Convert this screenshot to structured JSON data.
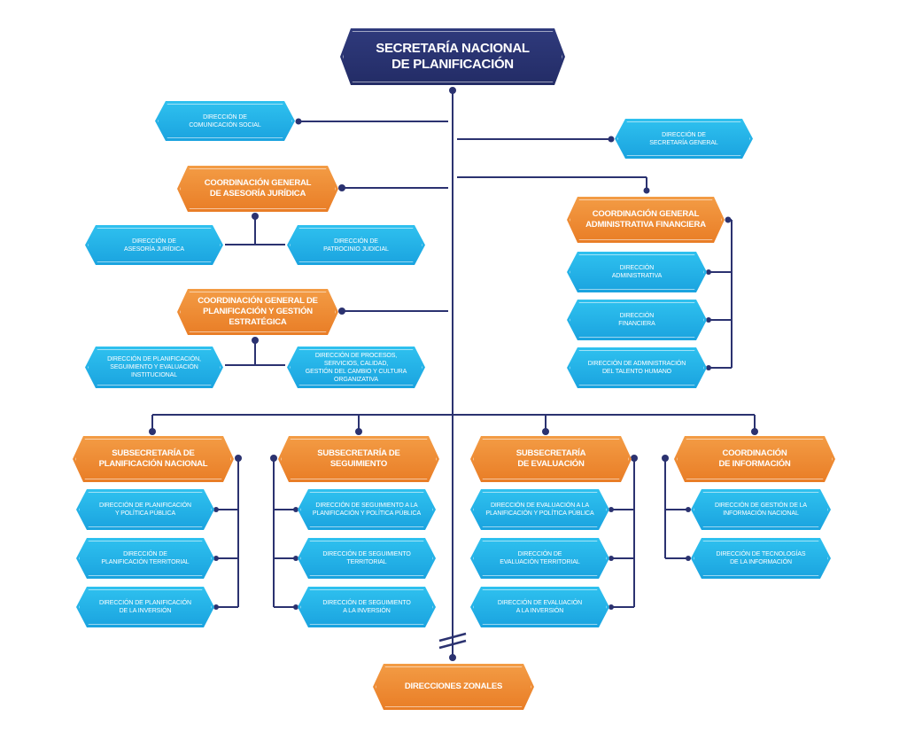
{
  "colors": {
    "navy": "#262f6e",
    "orange": "#ec8430",
    "blue": "#23b1e8",
    "line": "#2b3270"
  },
  "top": "SECRETARÍA NACIONAL\nDE PLANIFICACIÓN",
  "comunicacion": "DIRECCIÓN DE\nCOMUNICACIÓN SOCIAL",
  "secretaria_general": "DIRECCIÓN DE\nSECRETARÍA GENERAL",
  "asesoria": {
    "title": "COORDINACIÓN GENERAL\nDE ASESORÍA JURÍDICA",
    "items": [
      "DIRECCIÓN DE\nASESORÍA JURÍDICA",
      "DIRECCIÓN DE\nPATROCINIO JUDICIAL"
    ]
  },
  "planificacion_gestion": {
    "title": "COORDINACIÓN GENERAL DE\nPLANIFICACIÓN Y GESTIÓN ESTRATÉGICA",
    "items": [
      "DIRECCIÓN DE PLANIFICACIÓN,\nSEGUIMIENTO Y EVALUACIÓN INSTITUCIONAL",
      "DIRECCIÓN DE PROCESOS, SERVICIOS, CALIDAD,\nGESTIÓN DEL CAMBIO Y CULTURA ORGANIZATIVA"
    ]
  },
  "administrativa": {
    "title": "COORDINACIÓN GENERAL\nADMINISTRATIVA FINANCIERA",
    "items": [
      "DIRECCIÓN\nADMINISTRATIVA",
      "DIRECCIÓN\nFINANCIERA",
      "DIRECCIÓN DE ADMINISTRACIÓN\nDEL TALENTO HUMANO"
    ]
  },
  "sub_planificacion": {
    "title": "SUBSECRETARÍA DE\nPLANIFICACIÓN NACIONAL",
    "items": [
      "DIRECCIÓN DE PLANIFICACIÓN\nY POLÍTICA PÚBLICA",
      "DIRECCIÓN DE\nPLANIFICACIÓN TERRITORIAL",
      "DIRECCIÓN DE PLANIFICACIÓN\nDE LA INVERSIÓN"
    ]
  },
  "sub_seguimiento": {
    "title": "SUBSECRETARÍA DE\nSEGUIMIENTO",
    "items": [
      "DIRECCIÓN DE SEGUIMIENTO A LA\nPLANIFICACIÓN Y POLÍTICA PÚBLICA",
      "DIRECCIÓN DE SEGUIMIENTO\nTERRITORIAL",
      "DIRECCIÓN DE SEGUIMIENTO\nA LA INVERSIÓN"
    ]
  },
  "sub_evaluacion": {
    "title": "SUBSECRETARÍA\nDE EVALUACIÓN",
    "items": [
      "DIRECCIÓN DE EVALUACIÓN A LA\nPLANIFICACIÓN Y POLÍTICA PÚBLICA",
      "DIRECCIÓN DE\nEVALUACIÓN TERRITORIAL",
      "DIRECCIÓN DE EVALUACIÓN\nA LA INVERSIÓN"
    ]
  },
  "informacion": {
    "title": "COORDINACIÓN\nDE INFORMACIÓN",
    "items": [
      "DIRECCIÓN DE GESTIÓN DE LA\nINFORMACIÓN NACIONAL",
      "DIRECCIÓN DE TECNOLOGÍAS\nDE LA INFORMACIÓN"
    ]
  },
  "zonales": "DIRECCIONES ZONALES"
}
